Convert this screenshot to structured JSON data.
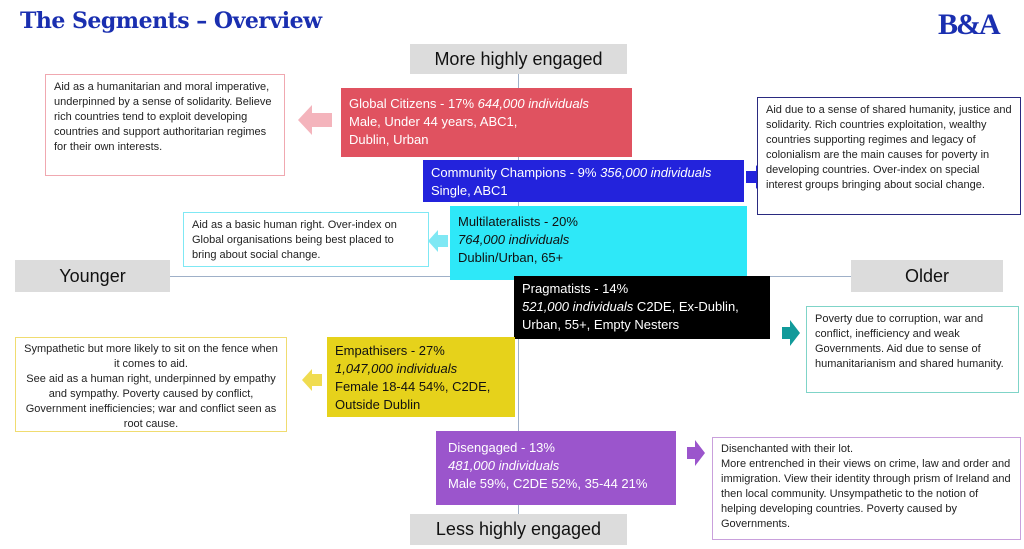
{
  "title": "The Segments – Overview",
  "logo": "B&A",
  "axes": {
    "top": "More highly engaged",
    "bottom": "Less highly engaged",
    "left": "Younger",
    "right": "Older"
  },
  "colors": {
    "global": "#e05260",
    "community": "#2323dc",
    "multi": "#2ee8f8",
    "prag": "#000000",
    "emp": "#e6d21b",
    "dis": "#9b55cc"
  },
  "segments": {
    "global": {
      "l1": "Global Citizens - 17% ",
      "l1i": "644,000 individuals",
      "l2": "Male, Under 44 years, ABC1,",
      "l3": "Dublin, Urban",
      "note": "Aid as a humanitarian and moral imperative, underpinned by a sense of solidarity. Believe rich countries tend to exploit developing countries and support authoritarian regimes for their own interests."
    },
    "community": {
      "l1": "Community Champions - 9% ",
      "l1i": "356,000 individuals",
      "l2": "Single, ABC1",
      "note": "Aid due to a  sense of shared humanity, justice and solidarity. Rich countries exploitation, wealthy countries supporting regimes and legacy of colonialism are the main causes for poverty in developing countries. Over-index on special interest groups bringing about social change."
    },
    "multi": {
      "l1": "Multilateralists - 20%",
      "l2i": "764,000 individuals",
      "l3": "Dublin/Urban, 65+",
      "note": "Aid as a basic human right. Over-index on Global organisations being best placed to bring about social change."
    },
    "prag": {
      "l1": "Pragmatists - 14%",
      "l2i": "521,000 individuals",
      "l2": " C2DE, Ex-Dublin,",
      "l3": "Urban, 55+, Empty Nesters",
      "note": "Poverty due to corruption, war and conflict, inefficiency and weak Governments. Aid due to sense of humanitarianism and shared humanity."
    },
    "emp": {
      "l1": "Empathisers - 27%",
      "l2i": "1,047,000 individuals",
      "l3": "Female 18-44 54%, C2DE,",
      "l4": "Outside Dublin",
      "note1": "Sympathetic but more likely to sit on the fence when it comes to aid.",
      "note2": "See aid as a human right, underpinned by empathy and sympathy. Poverty caused by conflict, Government inefficiencies; war and conflict seen as root cause."
    },
    "dis": {
      "l1": "Disengaged -  13%",
      "l2i": "481,000 individuals",
      "l3": "Male 59%, C2DE 52%, 35-44 21%",
      "note1": "Disenchanted with their lot.",
      "note2": "More entrenched in their views on crime, law and order and immigration. View their identity through prism of Ireland and then local community. Unsympathetic to the notion of helping developing countries. Poverty caused by Governments."
    }
  }
}
